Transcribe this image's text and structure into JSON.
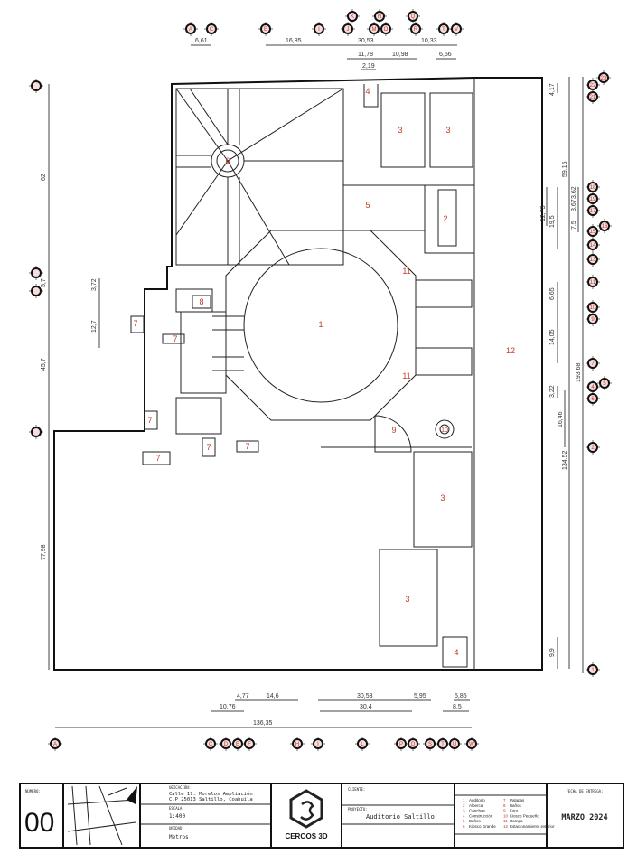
{
  "plan": {
    "zones": [
      {
        "id": "1"
      },
      {
        "id": "2"
      },
      {
        "id": "3"
      },
      {
        "id": "4"
      },
      {
        "id": "5"
      },
      {
        "id": "6"
      },
      {
        "id": "7"
      },
      {
        "id": "8"
      },
      {
        "id": "9"
      },
      {
        "id": "10"
      },
      {
        "id": "11"
      },
      {
        "id": "12"
      }
    ],
    "dimensions_top": [
      "6,61",
      "16,85",
      "30,53",
      "10,33",
      "11,78",
      "10,98",
      "6,56",
      "2,19"
    ],
    "dimensions_bottom": [
      "4,77",
      "14,6",
      "30,53",
      "5,95",
      "5,85",
      "10,76",
      "30,4",
      "8,5",
      "136,35"
    ],
    "dimensions_left": [
      "62",
      "5,7",
      "45,7",
      "77,98",
      "3,72",
      "12,7"
    ],
    "dimensions_right": [
      "4,17",
      "59,15",
      "3,62",
      "3,67",
      "7,5",
      "12,73",
      "19,5",
      "6,65",
      "14,05",
      "193,68",
      "3,22",
      "16,46",
      "134,52",
      "9,9"
    ],
    "markers_top": [
      "A",
      "C",
      "E",
      "I",
      "J",
      "K",
      "N",
      "M",
      "O",
      "Q",
      "R",
      "T",
      "V"
    ],
    "markers_bottom": [
      "A",
      "C",
      "D",
      "E",
      "F",
      "H",
      "I",
      "L",
      "P",
      "Q",
      "S",
      "T",
      "U",
      "W"
    ],
    "markers_right": [
      "22",
      "23",
      "21",
      "18",
      "19",
      "17",
      "15",
      "16",
      "14",
      "13",
      "11",
      "10",
      "9",
      "7",
      "4",
      "5",
      "6",
      "2",
      "1"
    ]
  },
  "title_block": {
    "number_label": "NÚMERO:",
    "number": "00",
    "location_label": "UBICACIÓN:",
    "location_line1": "Calle 17. Morelos Ampliación",
    "location_line2": "C.P 25013 Saltillo, Coahuila",
    "scale_label": "ESCALA:",
    "scale": "1:400",
    "unit_label": "UNIDAD:",
    "unit": "Metros",
    "logo_text": "CEROOS 3D",
    "client_label": "CLIENTE:",
    "project_label": "PROYECTO:",
    "project": "Auditorio Saltillo",
    "date_label": "FECHA DE ENTREGA:",
    "date": "MARZO 2024",
    "legend": [
      {
        "n": "1",
        "label": "Auditorio"
      },
      {
        "n": "2",
        "label": "Alberca"
      },
      {
        "n": "3",
        "label": "Canchas"
      },
      {
        "n": "4",
        "label": "Construcción"
      },
      {
        "n": "5",
        "label": "Baños"
      },
      {
        "n": "6",
        "label": "Kiosco Grande"
      },
      {
        "n": "7",
        "label": "Palapas"
      },
      {
        "n": "8",
        "label": "Baños"
      },
      {
        "n": "9",
        "label": "Foro"
      },
      {
        "n": "10",
        "label": "Kiosco Pequeño"
      },
      {
        "n": "11",
        "label": "Rampa"
      },
      {
        "n": "12",
        "label": "Estacionamiento exterior"
      }
    ]
  },
  "colors": {
    "label": "#c0392b",
    "line": "#222222"
  }
}
